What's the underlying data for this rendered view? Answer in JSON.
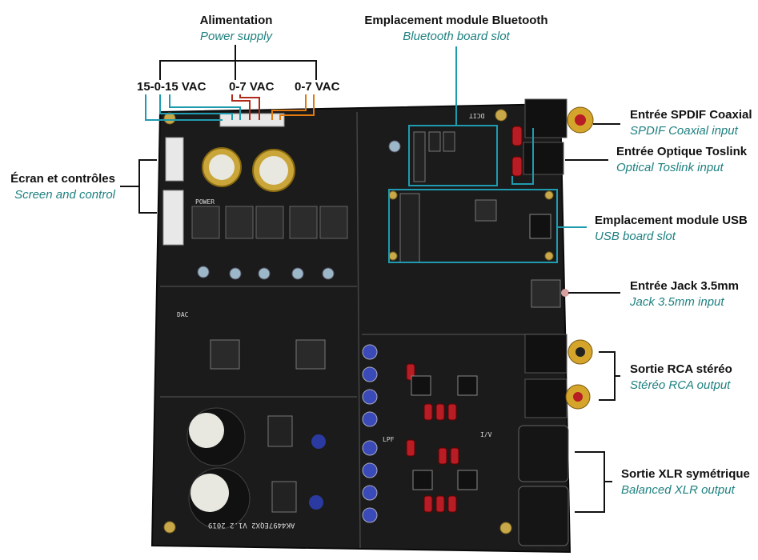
{
  "labels": {
    "power": {
      "fr": "Alimentation",
      "en": "Power supply"
    },
    "bluetooth": {
      "fr": "Emplacement module Bluetooth",
      "en": "Bluetooth board slot"
    },
    "spdif": {
      "fr": "Entrée SPDIF Coaxial",
      "en": "SPDIF Coaxial input"
    },
    "toslink": {
      "fr": "Entrée Optique Toslink",
      "en": "Optical Toslink input"
    },
    "screen": {
      "fr": "Écran et contrôles",
      "en": "Screen and control"
    },
    "usb": {
      "fr": "Emplacement module USB",
      "en": "USB board slot"
    },
    "jack": {
      "fr": "Entrée Jack 3.5mm",
      "en": "Jack 3.5mm input"
    },
    "rca": {
      "fr": "Sortie RCA stéréo",
      "en": "Stéréo RCA output"
    },
    "xlr": {
      "fr": "Sortie XLR symétrique",
      "en": "Balanced XLR output"
    }
  },
  "voltages": [
    "15-0-15 VAC",
    "0-7 VAC",
    "0-7 VAC"
  ],
  "board_silk": {
    "model": "AK4497EQX2 V1.2 2019",
    "dcit": "DCIT",
    "power": "POWER",
    "dac": "DAC",
    "lpf": "LPF",
    "iv": "I/V"
  },
  "colors": {
    "accent": "#1f9bb0",
    "teal_text": "#1f8080",
    "wire_red": "#b02a1a",
    "wire_orange": "#e07a10",
    "board": "#1c1c1c"
  }
}
